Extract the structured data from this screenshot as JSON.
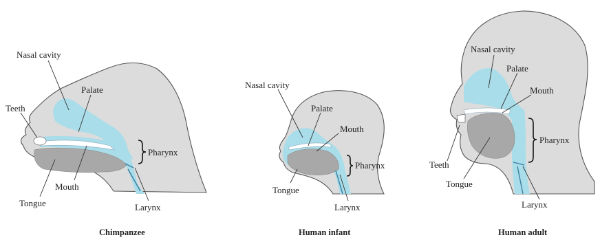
{
  "panels": [
    {
      "id": "chimpanzee",
      "caption": "Chimpanzee",
      "labels": {
        "nasal_cavity": "Nasal cavity",
        "palate": "Palate",
        "teeth": "Teeth",
        "pharynx": "Pharynx",
        "mouth": "Mouth",
        "tongue": "Tongue",
        "larynx": "Larynx"
      }
    },
    {
      "id": "human-infant",
      "caption": "Human infant",
      "labels": {
        "nasal_cavity": "Nasal cavity",
        "palate": "Palate",
        "mouth": "Mouth",
        "pharynx": "Pharynx",
        "tongue": "Tongue",
        "larynx": "Larynx"
      }
    },
    {
      "id": "human-adult",
      "caption": "Human adult",
      "labels": {
        "nasal_cavity": "Nasal cavity",
        "palate": "Palate",
        "mouth": "Mouth",
        "pharynx": "Pharynx",
        "teeth": "Teeth",
        "tongue": "Tongue",
        "larynx": "Larynx"
      }
    }
  ],
  "colors": {
    "head_fill": "#dcdcdc",
    "airway": "#a9dde9",
    "tongue": "#a8a8a8"
  }
}
